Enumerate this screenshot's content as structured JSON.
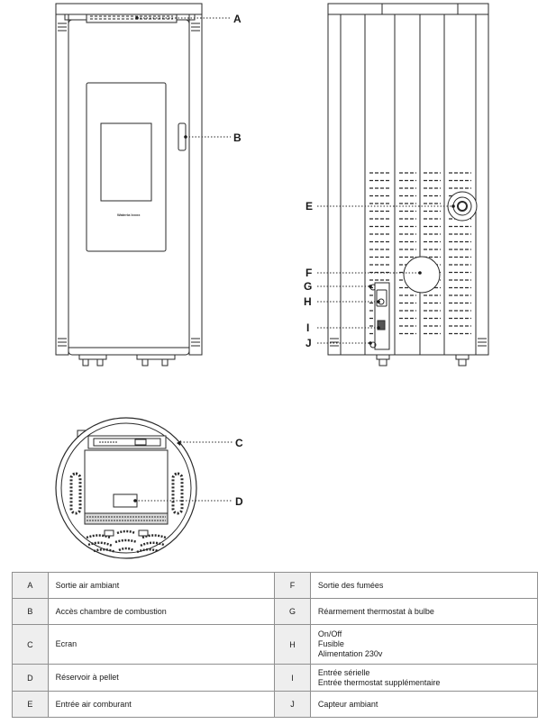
{
  "callouts": {
    "A": "A",
    "B": "B",
    "C": "C",
    "D": "D",
    "E": "E",
    "F": "F",
    "G": "G",
    "H": "H",
    "I": "I",
    "J": "J"
  },
  "brand_label": "Wateria Ixxxx",
  "legend": {
    "rows": [
      {
        "left_key": "A",
        "left_lines": [
          "Sortie air ambiant"
        ],
        "right_key": "F",
        "right_lines": [
          "Sortie des fumées"
        ]
      },
      {
        "left_key": "B",
        "left_lines": [
          "Accès chambre de combustion"
        ],
        "right_key": "G",
        "right_lines": [
          "Réarmement thermostat à bulbe"
        ]
      },
      {
        "left_key": "C",
        "left_lines": [
          "Ecran"
        ],
        "right_key": "H",
        "right_lines": [
          "On/Off",
          "Fusible",
          "Alimentation 230v"
        ]
      },
      {
        "left_key": "D",
        "left_lines": [
          "Réservoir à pellet"
        ],
        "right_key": "I",
        "right_lines": [
          "Entrée sérielle",
          "Entrée thermostat supplémentaire"
        ]
      },
      {
        "left_key": "E",
        "left_lines": [
          "Entrée air comburant"
        ],
        "right_key": "J",
        "right_lines": [
          "Capteur ambiant"
        ]
      }
    ]
  },
  "colors": {
    "line": "#2a2a2a",
    "table_key_bg": "#eeeeee",
    "table_border": "#8f8f8f"
  }
}
